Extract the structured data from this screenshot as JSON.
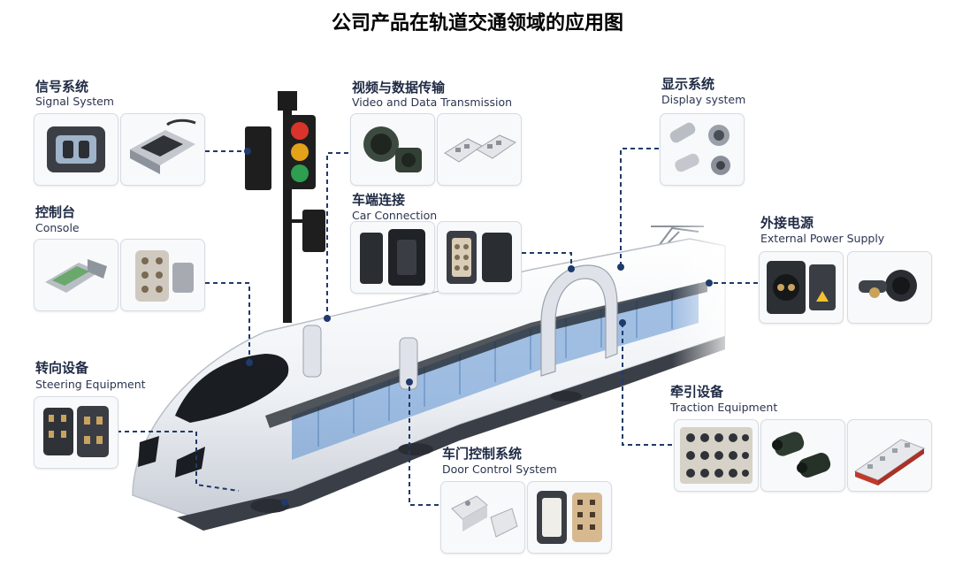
{
  "title": "公司产品在轨道交通领域的应用图",
  "categories": [
    {
      "cn": "信号系统",
      "en": "Signal System"
    },
    {
      "cn": "控制台",
      "en": "Console"
    },
    {
      "cn": "转向设备",
      "en": "Steering Equipment"
    },
    {
      "cn": "视频与数据传输",
      "en": "Video and Data Transmission"
    },
    {
      "cn": "车端连接",
      "en": "Car Connection"
    },
    {
      "cn": "显示系统",
      "en": "Display system"
    },
    {
      "cn": "外接电源",
      "en": "External Power Supply"
    },
    {
      "cn": "牵引设备",
      "en": "Traction Equipment"
    },
    {
      "cn": "车门控制系统",
      "en": "Door Control System"
    }
  ],
  "colors": {
    "leader_line": "#1f3a6b",
    "train_body": "#f2f4f7",
    "train_interior": "#5b8fcf",
    "signal_red": "#d9342b",
    "signal_amber": "#e3a21a",
    "signal_green": "#2e9e4f"
  }
}
